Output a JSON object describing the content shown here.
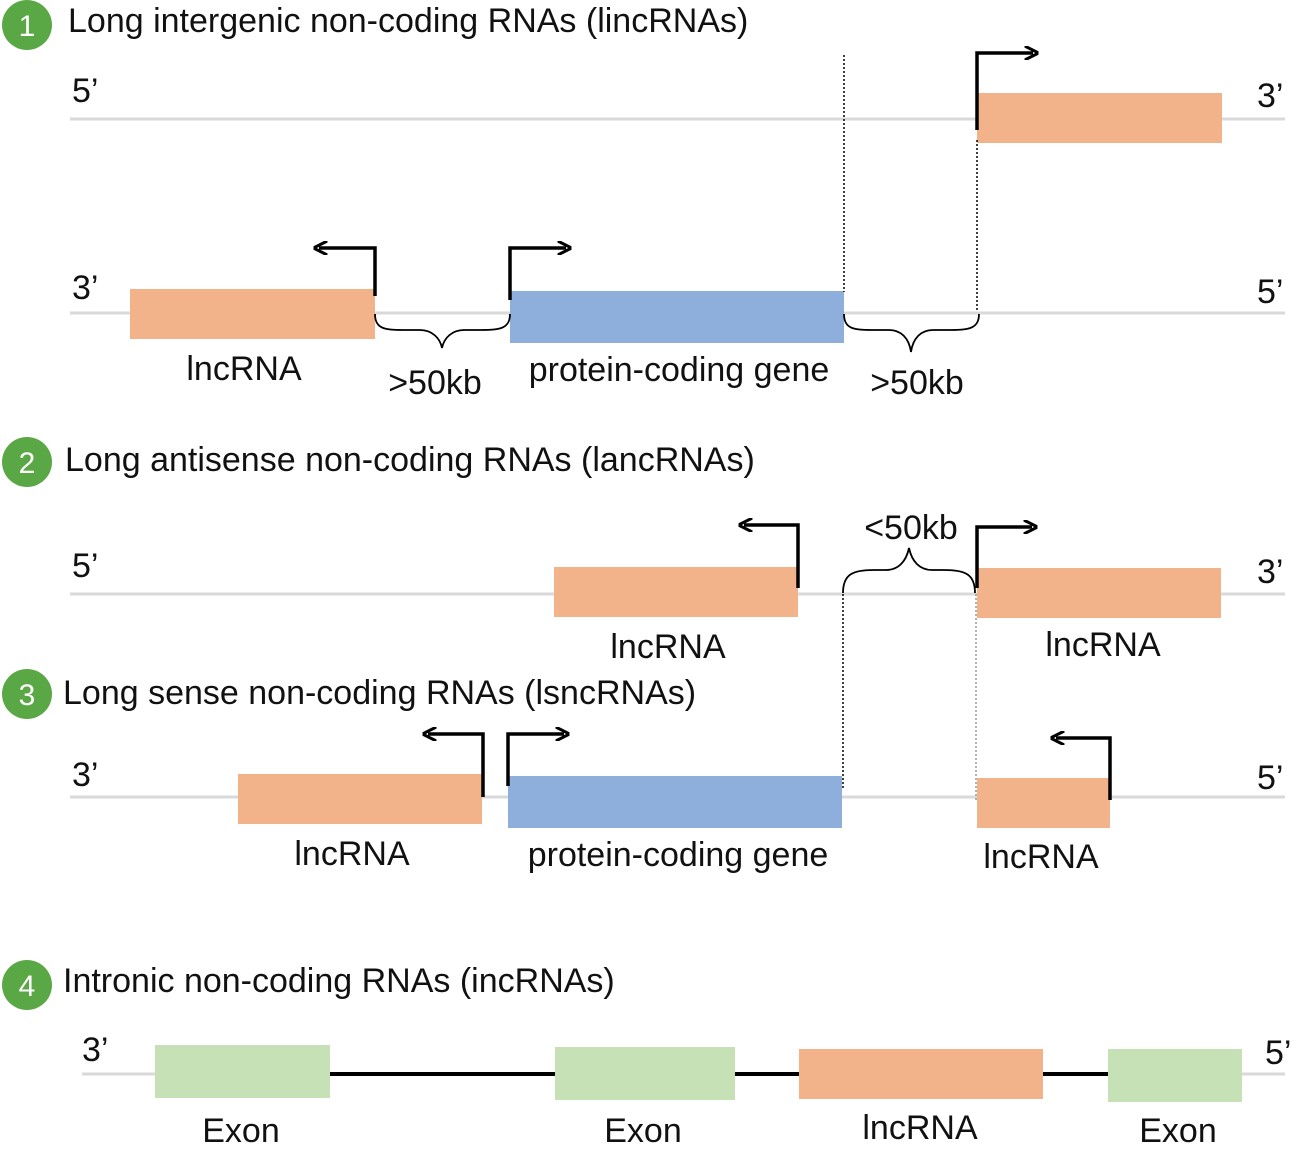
{
  "colors": {
    "lncrna": "#f2b38a",
    "protein": "#8eaedb",
    "exon": "#c5e1b5",
    "badge": "#5aa845"
  },
  "sections": [
    {
      "number": "1",
      "title": "Long intergenic non-coding RNAs (lincRNAs)"
    },
    {
      "number": "2",
      "title": "Long antisense non-coding RNAs (lancRNAs)"
    },
    {
      "number": "3",
      "title": "Long sense non-coding RNAs (lsncRNAs)"
    },
    {
      "number": "4",
      "title": "Intronic non-coding RNAs (incRNAs)"
    }
  ],
  "ends": {
    "five": "5’",
    "three": "3’"
  },
  "labels": {
    "lncrna": "lncRNA",
    "protein_coding_gene": "protein-coding gene",
    "exon": "Exon",
    "gt50kb": ">50kb",
    "lt50kb": "<50kb"
  }
}
